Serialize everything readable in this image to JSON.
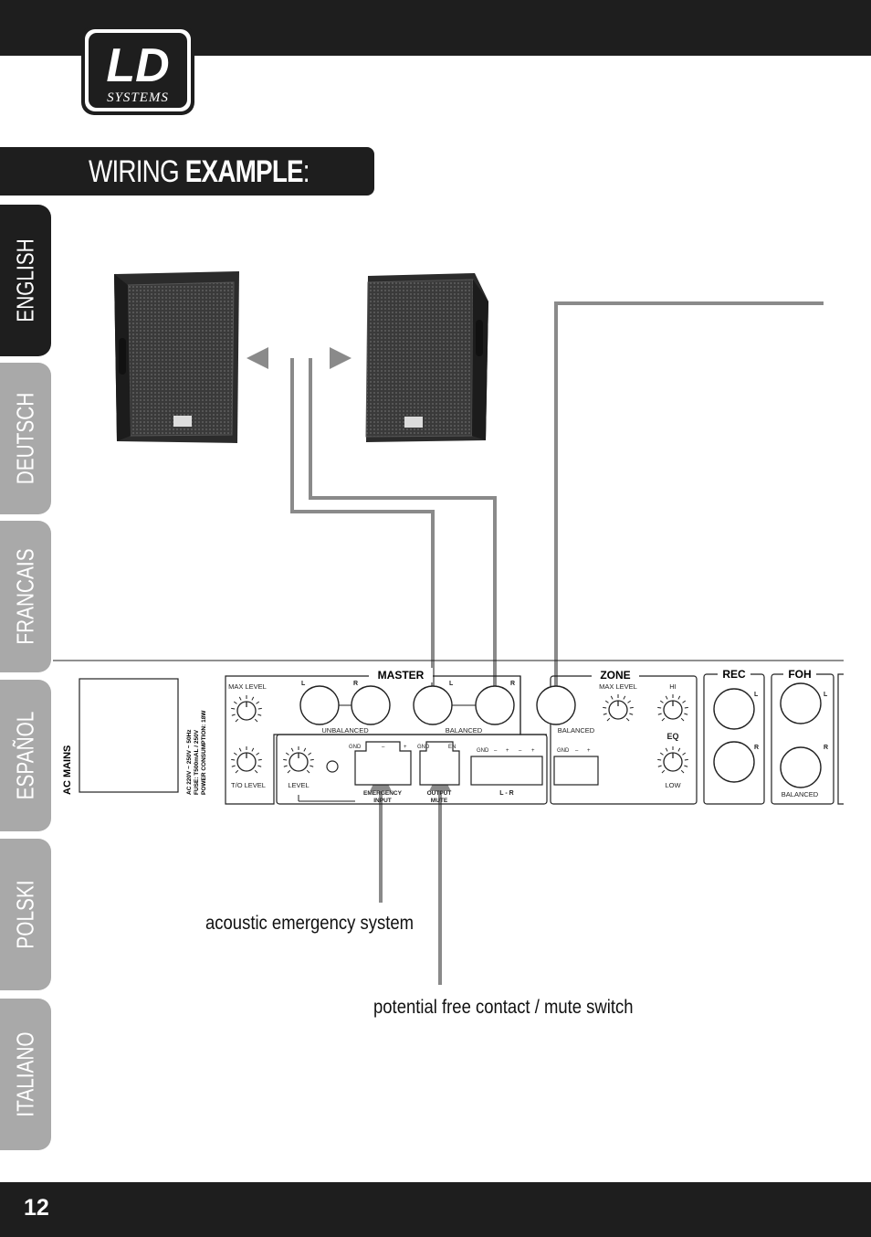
{
  "header": {
    "brand_top": "LD",
    "brand_bottom": "SYSTEMS"
  },
  "title": {
    "light": "WIRING ",
    "bold": "EXAMPLE",
    "suffix": ":"
  },
  "languages": [
    "ENGLISH",
    "DEUTSCH",
    "FRANCAIS",
    "ESPAÑOL",
    "POLSKI",
    "ITALIANO"
  ],
  "active_language": "ENGLISH",
  "panel": {
    "ac_mains": "AC MAINS",
    "mains_spec_1": "AC 220V ~ 250V ~ 50Hz",
    "mains_spec_2": "FUSE: T500mAL / 250V",
    "mains_spec_3": "POWER CONSUMPTION: 18W",
    "master": "MASTER",
    "zone": "ZONE",
    "rec": "REC",
    "foh": "FOH",
    "max_level": "MAX LEVEL",
    "to_level": "T/O LEVEL",
    "level": "LEVEL",
    "l": "L",
    "r": "R",
    "unbalanced": "UNBALANCED",
    "balanced": "BALANCED",
    "gnd": "GND",
    "minus": "–",
    "plus": "+",
    "en": "EN",
    "emergency_1": "EMERGENCY",
    "emergency_2": "INPUT",
    "output_1": "OUTPUT",
    "output_2": "MUTE",
    "lr": "L - R",
    "hi": "HI",
    "eq": "EQ",
    "low": "LOW"
  },
  "captions": {
    "emergency": "acoustic emergency system",
    "mute": "potential free contact / mute switch"
  },
  "footer": {
    "page_number": "12"
  },
  "colors": {
    "dark": "#1e1e1e",
    "tab_inactive": "#a9a9a9",
    "cable": "#8a8a8a"
  }
}
